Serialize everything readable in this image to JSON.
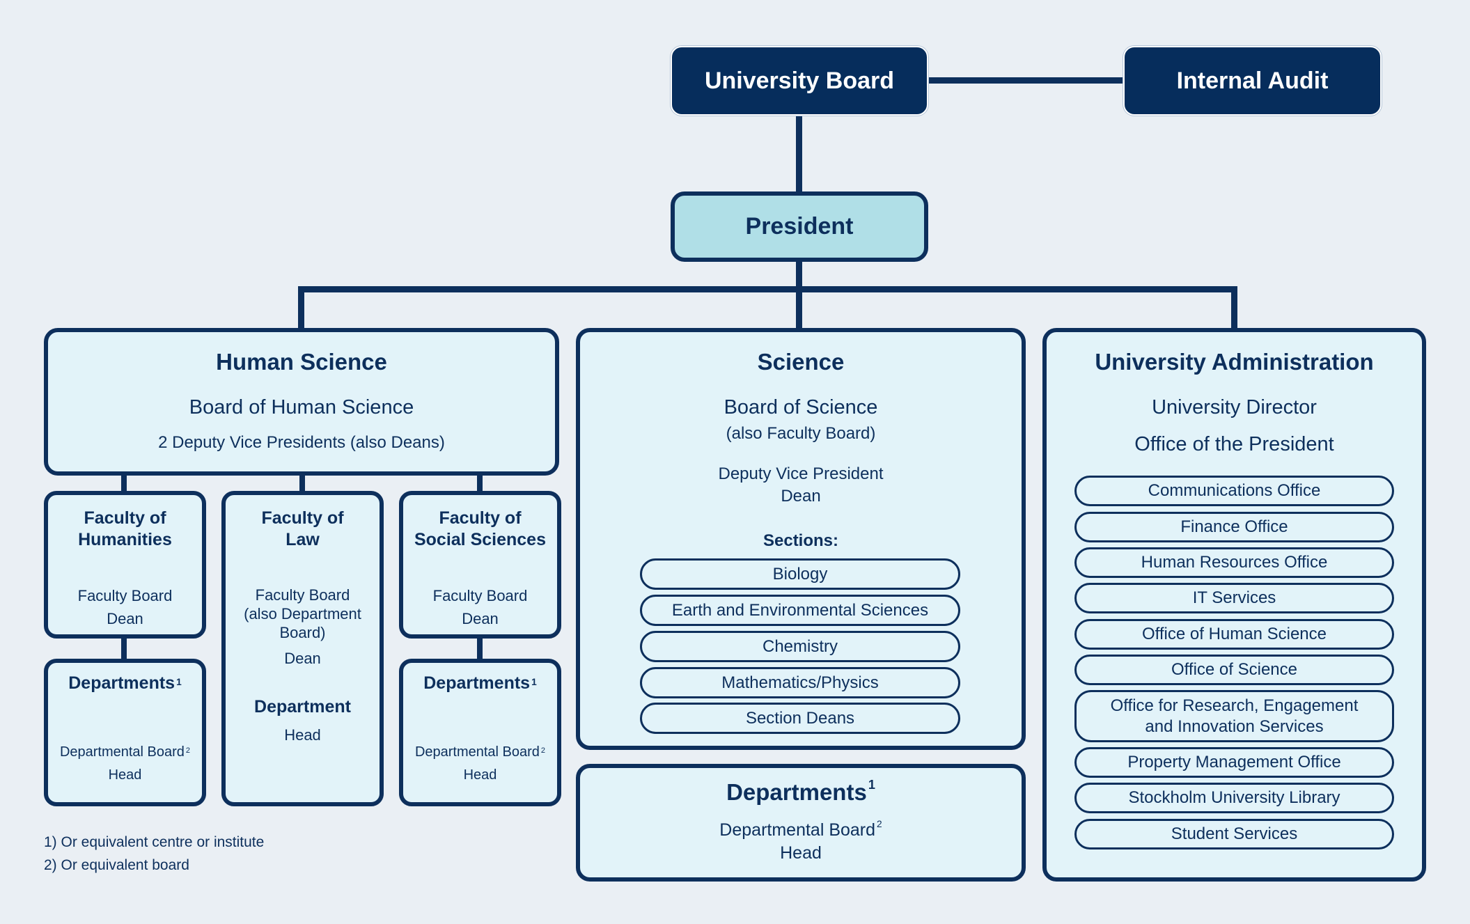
{
  "top": {
    "university_board": "University Board",
    "internal_audit": "Internal Audit",
    "president": "President"
  },
  "human_science": {
    "title": "Human Science",
    "board": "Board of Human Science",
    "deputies": "2 Deputy Vice Presidents (also Deans)",
    "faculties": [
      {
        "title_line1": "Faculty of",
        "title_line2": "Humanities",
        "board": "Faculty Board",
        "head": "Dean"
      },
      {
        "title_line1": "Faculty of",
        "title_line2": "Law",
        "board_line1": "Faculty Board",
        "board_line2": "(also Department",
        "board_line3": "Board)",
        "head": "Dean",
        "dept_title": "Department",
        "dept_head": "Head"
      },
      {
        "title_line1": "Faculty of",
        "title_line2": "Social Sciences",
        "board": "Faculty Board",
        "head": "Dean"
      }
    ],
    "departments": {
      "title": "Departments",
      "title_sup": "1",
      "board": "Departmental Board",
      "board_sup": "2",
      "head": "Head"
    }
  },
  "science": {
    "title": "Science",
    "board": "Board of Science",
    "board_note": "(also Faculty Board)",
    "deputy": "Deputy Vice President",
    "dean": "Dean",
    "sections_label": "Sections:",
    "sections": [
      "Biology",
      "Earth and Environmental Sciences",
      "Chemistry",
      "Mathematics/Physics",
      "Section Deans"
    ],
    "departments": {
      "title": "Departments",
      "title_sup": "1",
      "board": "Departmental Board",
      "board_sup": "2",
      "head": "Head"
    }
  },
  "administration": {
    "title": "University Administration",
    "director": "University Director",
    "office": "Office of the President",
    "offices": [
      "Communications Office",
      "Finance Office",
      "Human Resources Office",
      "IT Services",
      "Office of Human Science",
      "Office of Science",
      "Office for Research, Engagement",
      "and Innovation Services",
      "Property Management Office",
      "Stockholm University Library",
      "Student Services"
    ]
  },
  "footnotes": [
    "1) Or equivalent centre or institute",
    "2) Or equivalent board"
  ],
  "colors": {
    "navy": "#0d2f5c",
    "dark_box": "#062d5c",
    "president_fill": "#b0dfe7",
    "box_fill": "#e2f3f9",
    "background": "#eaeff4"
  }
}
